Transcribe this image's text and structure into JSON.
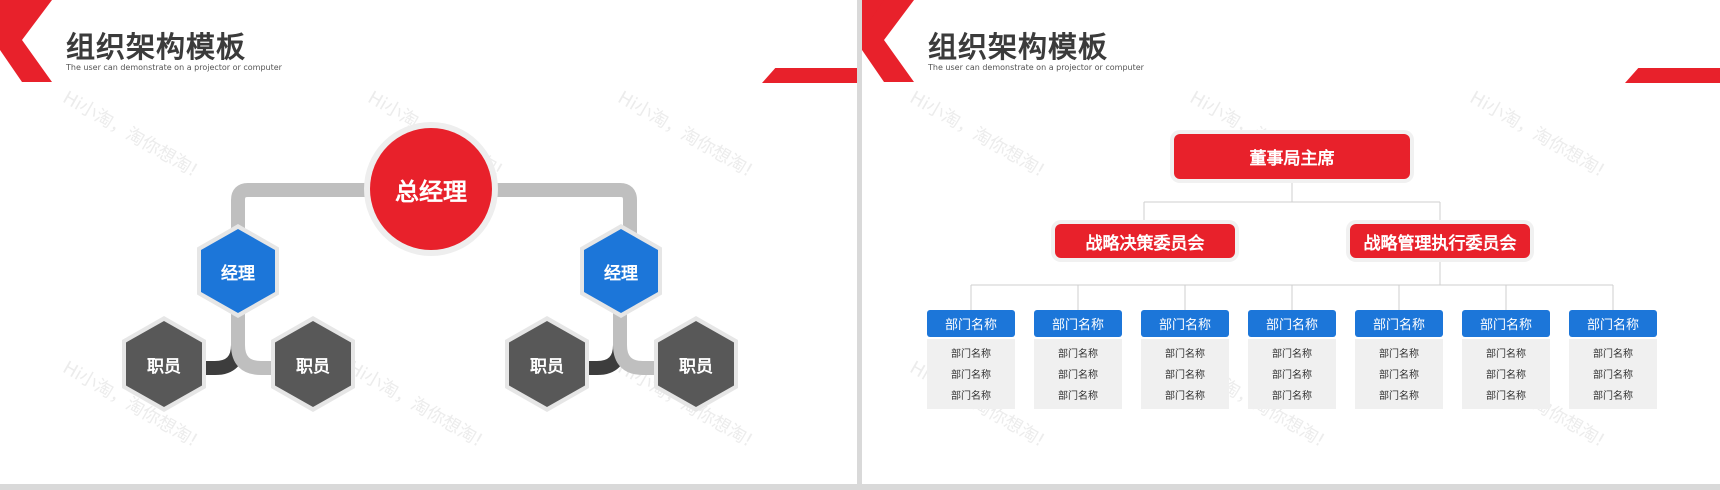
{
  "colors": {
    "accent_red": "#e8212b",
    "accent_blue": "#1c76d9",
    "dark_gray": "#585858",
    "connector_gray": "#bfbfbf"
  },
  "header": {
    "title": "组织架构模板",
    "subtitle": "The user can demonstrate on a projector or computer"
  },
  "watermark": "Hi小淘，淘你想淘!",
  "left_slide": {
    "top": "总经理",
    "managers": [
      "经理",
      "经理"
    ],
    "staff": [
      "职员",
      "职员",
      "职员",
      "职员"
    ]
  },
  "right_slide": {
    "chairman": "董事局主席",
    "committees": [
      "战略决策委员会",
      "战略管理执行委员会"
    ],
    "departments": [
      {
        "name": "部门名称",
        "items": [
          "部门名称",
          "部门名称",
          "部门名称"
        ]
      },
      {
        "name": "部门名称",
        "items": [
          "部门名称",
          "部门名称",
          "部门名称"
        ]
      },
      {
        "name": "部门名称",
        "items": [
          "部门名称",
          "部门名称",
          "部门名称"
        ]
      },
      {
        "name": "部门名称",
        "items": [
          "部门名称",
          "部门名称",
          "部门名称"
        ]
      },
      {
        "name": "部门名称",
        "items": [
          "部门名称",
          "部门名称",
          "部门名称"
        ]
      },
      {
        "name": "部门名称",
        "items": [
          "部门名称",
          "部门名称",
          "部门名称"
        ]
      },
      {
        "name": "部门名称",
        "items": [
          "部门名称",
          "部门名称",
          "部门名称"
        ]
      }
    ]
  }
}
